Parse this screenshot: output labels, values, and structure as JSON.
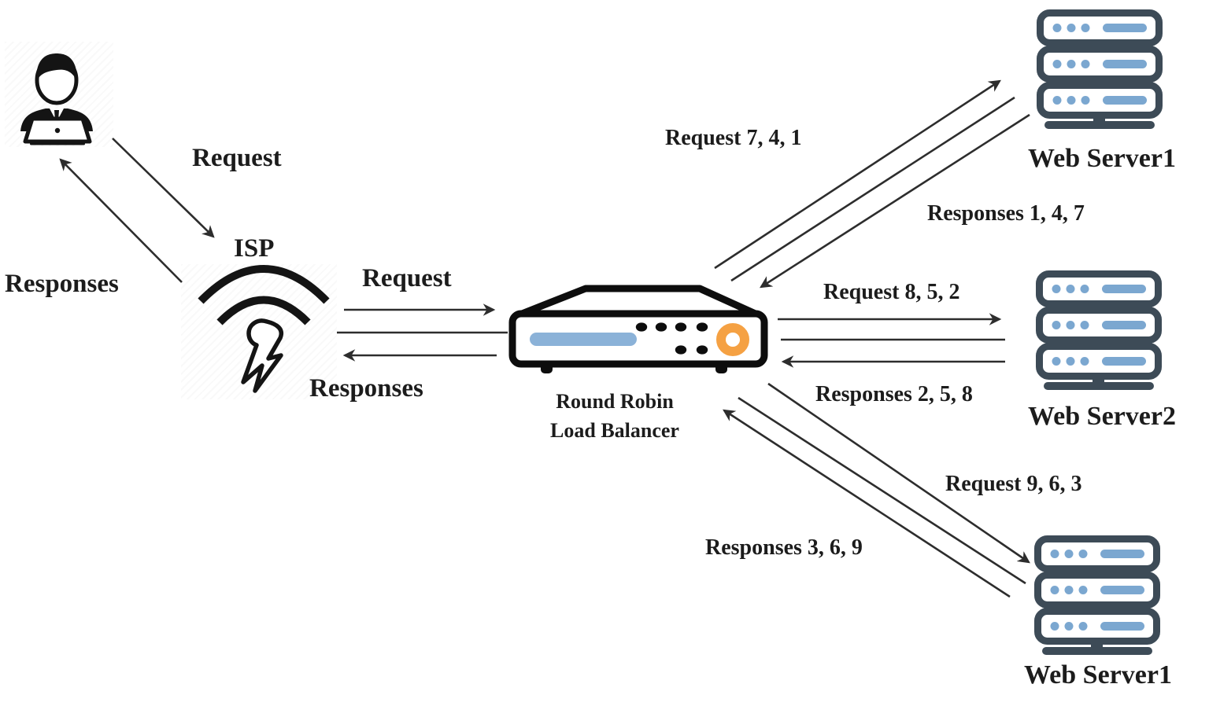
{
  "colors": {
    "server_dark": "#3d4b57",
    "server_blue": "#7ba7d0",
    "lb_blue": "#8bb2d8",
    "lb_orange": "#f5a143",
    "line": "#2d2d2d",
    "ink": "#141414",
    "text": "#1c1c1c"
  },
  "nodes": {
    "user": {
      "icon": "person-at-laptop-icon"
    },
    "isp": {
      "label": "ISP",
      "icon": "wifi-lightning-icon"
    },
    "load_balancer": {
      "label_line1": "Round Robin",
      "label_line2": "Load Balancer",
      "icon": "load-balancer-appliance-icon"
    },
    "web_server_top": {
      "label": "Web Server1",
      "icon": "server-rack-icon"
    },
    "web_server_middle": {
      "label": "Web Server2",
      "icon": "server-rack-icon"
    },
    "web_server_bottom": {
      "label": "Web Server1",
      "icon": "server-rack-icon"
    }
  },
  "edges": {
    "user_isp": {
      "request_label": "Request",
      "responses_label": "Responses"
    },
    "isp_lb": {
      "request_label": "Request",
      "responses_label": "Responses"
    },
    "lb_ws_top": {
      "request_label": "Request 7, 4, 1",
      "responses_label": "Responses 1, 4, 7"
    },
    "lb_ws_middle": {
      "request_label": "Request 8, 5, 2",
      "responses_label": "Responses 2, 5, 8"
    },
    "lb_ws_bottom": {
      "request_label": "Request 9, 6, 3",
      "responses_label": "Responses 3, 6, 9"
    }
  }
}
